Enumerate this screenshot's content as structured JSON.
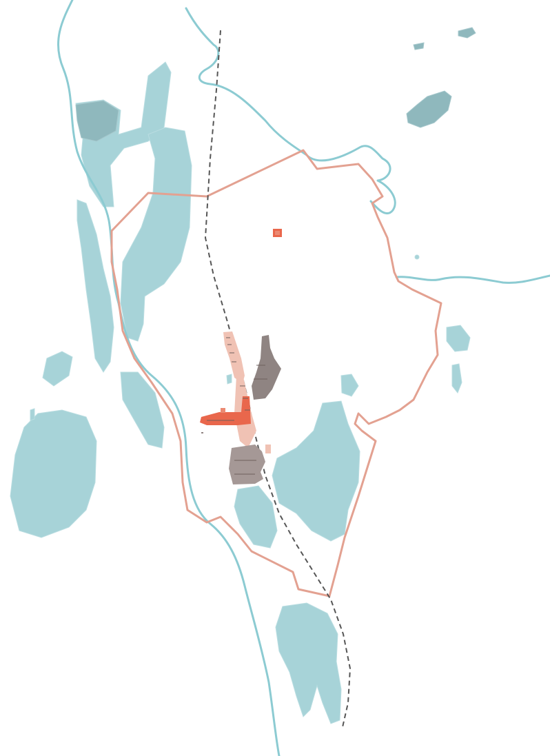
{
  "map": {
    "colors": {
      "water": "#a7d3d8",
      "water_dark": "#8fb8bd",
      "river": "#8ccbd2",
      "boundary": "#e3a191",
      "transit_line": "#555555",
      "built_pale": "#f0c2b4",
      "built_salmon": "#eb8a73",
      "built_red": "#e9674c",
      "built_grey": "#a59896"
    },
    "features": [
      "lakes",
      "rivers",
      "municipal-boundary",
      "dashed-rail-line",
      "built-up-blocks"
    ]
  }
}
